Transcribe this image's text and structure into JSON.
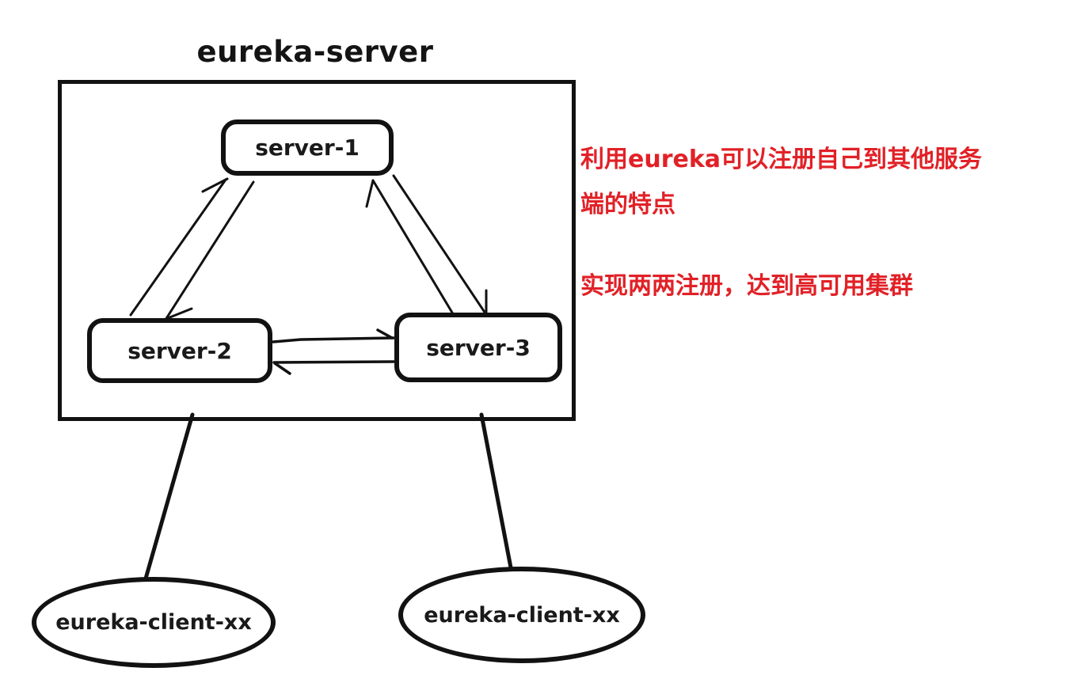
{
  "title": "eureka-server",
  "cluster": {
    "nodes": [
      {
        "id": "server-1",
        "label": "server-1"
      },
      {
        "id": "server-2",
        "label": "server-2"
      },
      {
        "id": "server-3",
        "label": "server-3"
      }
    ],
    "edges": [
      "server-2 -> server-1",
      "server-1 -> server-2",
      "server-3 -> server-1",
      "server-1 -> server-3",
      "server-2 -> server-3",
      "server-3 -> server-2"
    ]
  },
  "clients": [
    {
      "label": "eureka-client-xx"
    },
    {
      "label": "eureka-client-xx"
    }
  ],
  "annotations": {
    "line1": "利用eureka可以注册自己到其他服务",
    "line2": "端的特点",
    "line3": "实现两两注册，达到高可用集群"
  },
  "colors": {
    "stroke": "#121212",
    "annotation_red": "#e12127",
    "background": "#ffffff"
  }
}
